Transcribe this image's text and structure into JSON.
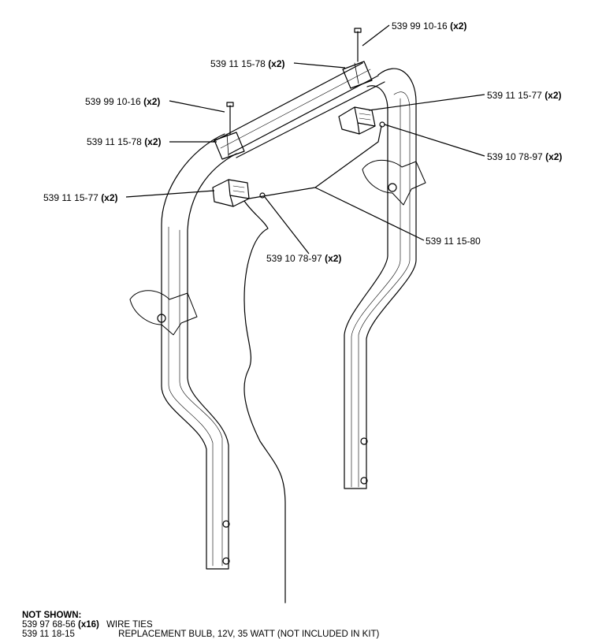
{
  "callouts": [
    {
      "part": "539 99 10-16",
      "qty": "(x2)"
    },
    {
      "part": "539 11 15-78",
      "qty": "(x2)"
    },
    {
      "part": "539 99 10-16",
      "qty": "(x2)"
    },
    {
      "part": "539 11 15-77",
      "qty": "(x2)"
    },
    {
      "part": "539 11 15-78",
      "qty": "(x2)"
    },
    {
      "part": "539 10 78-97",
      "qty": "(x2)"
    },
    {
      "part": "539 11 15-77",
      "qty": "(x2)"
    },
    {
      "part": "539 11 15-80",
      "qty": ""
    },
    {
      "part": "539 10 78-97",
      "qty": "(x2)"
    }
  ],
  "not_shown": {
    "heading": "NOT SHOWN:",
    "items": [
      {
        "part": "539 97 68-56",
        "qty": "(x16)",
        "desc": "WIRE TIES"
      },
      {
        "part": "539 11 18-15",
        "qty": "",
        "desc": "REPLACEMENT BULB, 12V, 35 WATT (NOT INCLUDED IN KIT)"
      }
    ]
  }
}
